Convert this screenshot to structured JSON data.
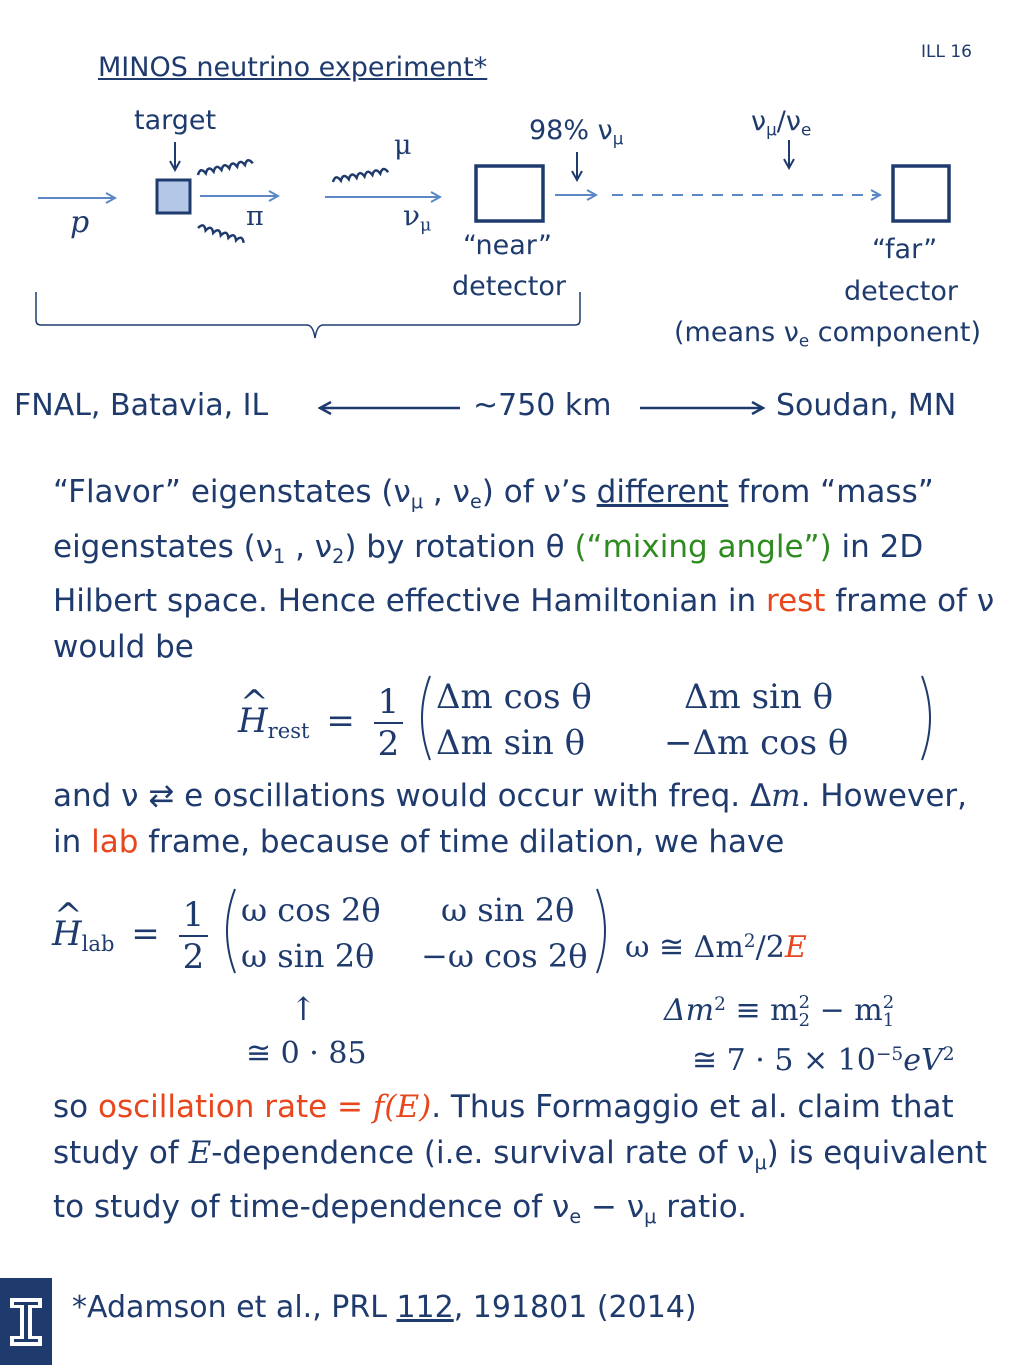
{
  "slide_number": "ILL 16",
  "title": "MINOS neutrino experiment*",
  "diagram": {
    "target_label": "target",
    "proton_label": "p",
    "pion_label": "π",
    "muon_label": "μ",
    "numu_label": "ν",
    "numu_sub": "μ",
    "percent_label": "98% ν",
    "percent_sub": "μ",
    "far_flavor_nu1": "ν",
    "far_flavor_sub1": "μ",
    "far_flavor_slash": "/ν",
    "far_flavor_sub2": "e",
    "near_detector_line1": "“near”",
    "near_detector_line2": "detector",
    "far_detector_line1": "“far”",
    "far_detector_line2": "detector",
    "far_note_prefix": "(means ν",
    "far_note_sub": "e",
    "far_note_suffix": " component)",
    "fnal_label": "FNAL, Batavia, IL",
    "distance_label": "~750 km",
    "soudan_label": "Soudan, MN"
  },
  "paragraph1": {
    "t1": "“Flavor” eigenstates (ν",
    "s1": "μ",
    "t2": " , ν",
    "s2": "e",
    "t3": ") of ν’s ",
    "underlined": "different",
    "t4": " from “mass” eigenstates (ν",
    "s3": "1",
    "t5": " , ν",
    "s4": "2",
    "t6": ") by rotation θ ",
    "green": "(“mixing angle”)",
    "t7": " in 2D Hilbert space. Hence effective Hamiltonian in ",
    "red": "rest",
    "t8": " frame of ν would be"
  },
  "eq_rest": {
    "lhs": "H",
    "lhs_sub": "rest",
    "equals": "=",
    "num": "1",
    "den": "2",
    "m11": "Δm cos θ",
    "m12": "Δm sin θ",
    "m21": "Δm sin θ",
    "m22": "−Δm cos θ"
  },
  "paragraph2": {
    "t1": "and ν ⇄ e oscillations would occur with freq. Δ",
    "m": "m",
    "t2": ". However, in ",
    "red": "lab",
    "t3": " frame, because of time dilation, we have"
  },
  "eq_lab": {
    "lhs": "H",
    "lhs_sub": "lab",
    "equals": "=",
    "num": "1",
    "den": "2",
    "m11": "ω cos 2θ",
    "m12": "ω sin 2θ",
    "m21": "ω sin 2θ",
    "m22": "−ω cos 2θ",
    "omega_def": "ω ≅ Δm",
    "omega_sup": "2",
    "omega_div": "/2",
    "omega_E": "E",
    "up_arrow": "↑",
    "approx_value": "≅ 0 · 85",
    "dm2_lhs": "Δm",
    "dm2_sup": "2",
    "dm2_eq": " ≡ m",
    "dm2_sub2": "2",
    "dm2_sup2": "2",
    "dm2_minus": " − m",
    "dm2_sub1": "1",
    "dm2_sup1": "2",
    "dm2_val": "≅ 7 · 5 × 10",
    "dm2_val_sup": "−5",
    "dm2_val_unit": "eV",
    "dm2_val_unit_sup": "2"
  },
  "paragraph3": {
    "t1": "so ",
    "red": "oscillation rate = ",
    "f": "f",
    "E": "(E)",
    "t2": ". Thus Formaggio et al. claim that study of ",
    "E2": "E",
    "t3": "-dependence (i.e. survival rate of ν",
    "s1": "μ",
    "t4": ") is equivalent to study of time-dependence of ν",
    "s2": "e",
    "t5": " − ν",
    "s3": "μ",
    "t6": " ratio."
  },
  "footnote": {
    "t1": "*Adamson et al., PRL ",
    "vol": "112",
    "t2": ", 191801 (2014)"
  },
  "colors": {
    "text_blue": "#1f3b6e",
    "accent_red": "#e8461c",
    "accent_green": "#2e8b1f",
    "target_fill": "#b4c7e7",
    "arrow_blue": "#5b87c5"
  },
  "icons": {
    "logo": "illinois-block-i-logo"
  }
}
